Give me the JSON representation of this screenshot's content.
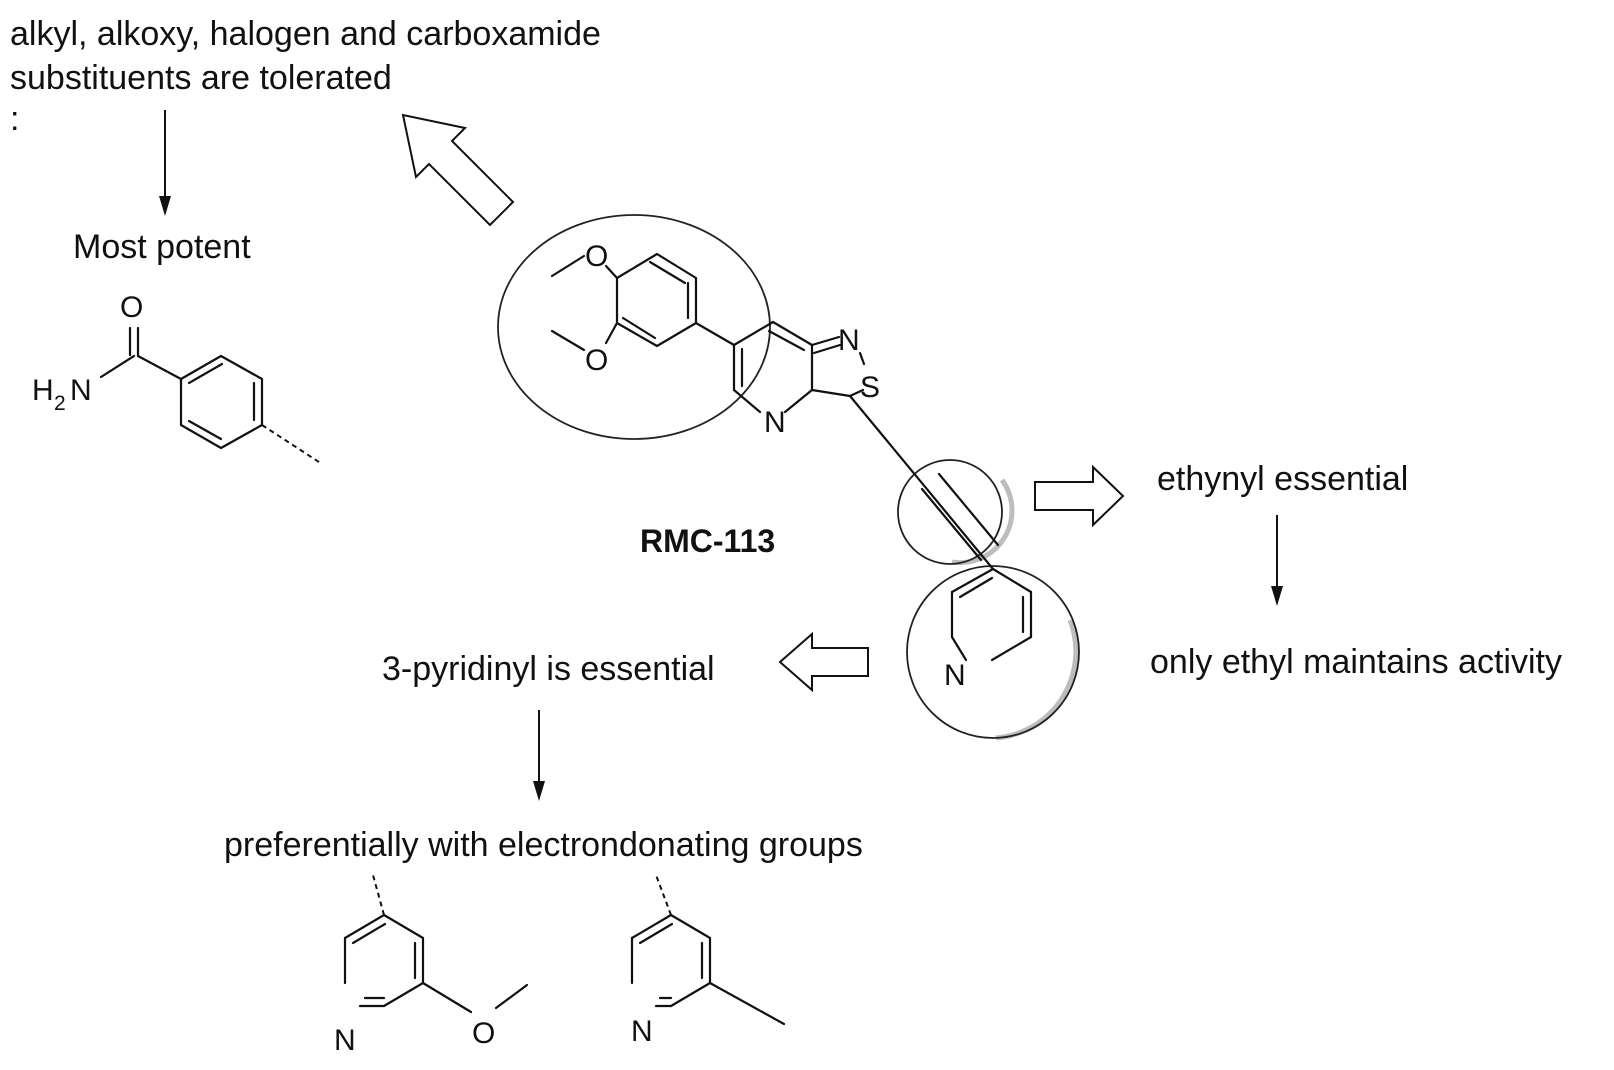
{
  "notes": {
    "aryl_line1": "alkyl, alkoxy,  halogen and carboxamide",
    "aryl_line2": "substituents are tolerated",
    "aryl_line3": ":",
    "most_potent": "Most potent",
    "ethynyl": "ethynyl essential",
    "ethyl": "only ethyl maintains activity",
    "pyridinyl": "3-pyridinyl is essential",
    "edg": "preferentially with electrondonating groups"
  },
  "compound": {
    "name": "RMC-113"
  },
  "atoms": {
    "O": "O",
    "N": "N",
    "S": "S",
    "H": "H",
    "two": "2"
  }
}
